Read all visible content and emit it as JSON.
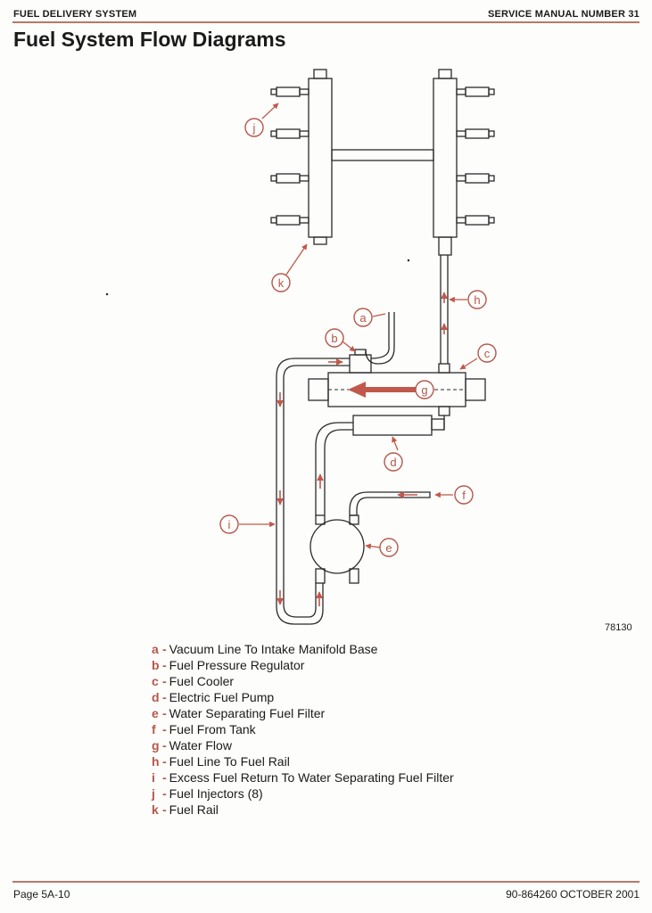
{
  "header": {
    "section": "FUEL DELIVERY SYSTEM",
    "manual": "SERVICE MANUAL NUMBER 31"
  },
  "title": "Fuel System Flow Diagrams",
  "diagram": {
    "figure_number": "78130",
    "callouts": [
      "a",
      "b",
      "c",
      "d",
      "e",
      "f",
      "g",
      "h",
      "i",
      "j",
      "k"
    ],
    "line_color": "#2b2b2b",
    "arrow_color": "#c0584b",
    "callout_color": "#b5574c"
  },
  "legend": [
    {
      "key": "a",
      "dash": "-",
      "text": "Vacuum Line To Intake Manifold Base"
    },
    {
      "key": "b",
      "dash": "-",
      "text": "Fuel Pressure Regulator"
    },
    {
      "key": "c",
      "dash": "-",
      "text": "Fuel Cooler"
    },
    {
      "key": "d",
      "dash": "-",
      "text": "Electric Fuel Pump"
    },
    {
      "key": "e",
      "dash": "-",
      "text": "Water Separating Fuel Filter"
    },
    {
      "key": "f",
      "dash": "-",
      "text": "Fuel From Tank"
    },
    {
      "key": "g",
      "dash": "-",
      "text": "Water Flow"
    },
    {
      "key": "h",
      "dash": "-",
      "text": "Fuel Line To Fuel Rail"
    },
    {
      "key": "i",
      "dash": "-",
      "text": "Excess Fuel Return To Water Separating Fuel Filter"
    },
    {
      "key": "j",
      "dash": "-",
      "text": "Fuel Injectors (8)"
    },
    {
      "key": "k",
      "dash": "-",
      "text": "Fuel Rail"
    }
  ],
  "footer": {
    "page": "Page 5A-10",
    "doc": "90-864260   OCTOBER 2001"
  }
}
